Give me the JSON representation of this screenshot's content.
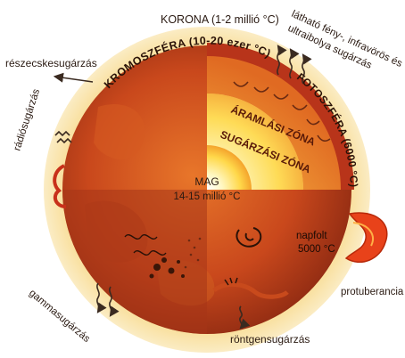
{
  "labels": {
    "corona": "KORONA (1-2 millió °C)",
    "visible_light": "látható fény-, infravörös és",
    "ultraviolet": "ultraibolya sugárzás",
    "particle_radiation": "részecskesugárzás",
    "chromosphere": "KROMOSZFÉRA (10-20 ezer °C)",
    "photosphere": "FOTOSZFÉRA (6000 °C)",
    "convection_zone": "ÁRAMLÁSI ZÓNA",
    "radiative_zone": "SUGÁRZÁSI ZÓNA",
    "radio": "rádiósugárzás",
    "core_title": "MAG",
    "core_temp": "14-15 millió °C",
    "sunspot": "napfolt",
    "sunspot_temp": "5000 °C",
    "prominence": "protuberancia",
    "gamma": "gammasugárzás",
    "xray": "röntgensugárzás"
  },
  "colors": {
    "corona": "#f7d98c",
    "chromosphere": "#e0701c",
    "photosphere": "#b8341a",
    "convection": "#f2a640",
    "core": "#fff6c8",
    "interior": "#a63418",
    "prominence": "#e8421a"
  }
}
